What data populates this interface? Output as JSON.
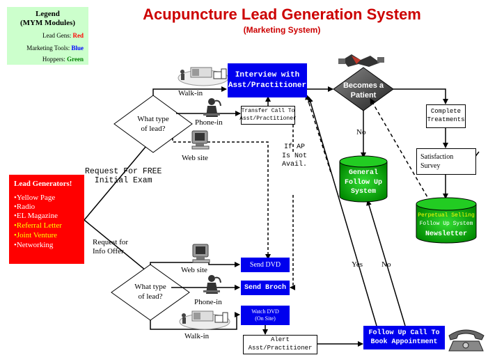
{
  "header": {
    "title": "Acupuncture Lead Generation System",
    "subtitle": "(Marketing System)"
  },
  "legend": {
    "title_line1": "Legend",
    "title_line2": "(MYM Modules)",
    "items": [
      {
        "prefix": "Lead Gens: ",
        "value": "Red",
        "color": "#ff0000"
      },
      {
        "prefix": "Marketing Tools: ",
        "value": "Blue",
        "color": "#0000ff"
      },
      {
        "prefix": "Hoppers: ",
        "value": "Green",
        "color": "#008000"
      }
    ]
  },
  "lead_generators": {
    "title": "Lead Generators!",
    "items": [
      {
        "label": "•Yellow Page",
        "color": "#ffffff"
      },
      {
        "label": "•Radio",
        "color": "#ffffff"
      },
      {
        "label": "•EL Magazine",
        "color": "#ffffff"
      },
      {
        "label": "•Referral Letter",
        "color": "#ffff00"
      },
      {
        "label": "•Joint Venture",
        "color": "#ffff00"
      },
      {
        "label": "•Networking",
        "color": "#ffffff"
      }
    ]
  },
  "branches": {
    "top": "Request For FREE\nInitial Exam",
    "bottom_line1": "Request for",
    "bottom_line2": "Info Offer"
  },
  "decisions": {
    "lead_type_top": "What type\nof lead?",
    "lead_type_bottom": "What type\nof lead?",
    "becomes_patient": "Becomes a\nPatient"
  },
  "channels": {
    "walk_in_top": "Walk-in",
    "phone_in_top": "Phone-in",
    "web_site_top": "Web site",
    "web_site_bottom": "Web site",
    "phone_in_bottom": "Phone-in",
    "walk_in_bottom": "Walk-in"
  },
  "boxes": {
    "interview": "Interview with\nAsst/Practitioner",
    "transfer_call": "Transfer Call To\nAsst/Practitioner",
    "complete_treatments": "Complete\nTreatments",
    "satisfaction_survey": "Satisfaction\nSurvey",
    "send_dvd": "Send DVD",
    "send_broch": "Send Broch",
    "watch_dvd": "Watch DVD\n(On Site)",
    "alert_asst": "Alert\nAsst/Practitioner",
    "follow_up_call": "Follow Up Call To\nBook Appointment"
  },
  "hoppers": {
    "general_follow_up": "General\nFollow Up\nSystem",
    "perpetual_selling_line1": "Perpetual Selling",
    "perpetual_selling_line2": "Follow Up System",
    "perpetual_selling_line3": "Newsletter"
  },
  "annotations": {
    "if_ap_not_avail": "If AP\nIs Not\nAvail.",
    "no_patient": "No",
    "yes_follow": "Yes",
    "no_follow": "No"
  },
  "colors": {
    "title": "#cc0000",
    "marketing_tool": "#0000ee",
    "hopper": "#00aa00",
    "decision_dark": "#555555",
    "lead_gen": "#ff0000",
    "legend_bg": "#ccffcc"
  }
}
